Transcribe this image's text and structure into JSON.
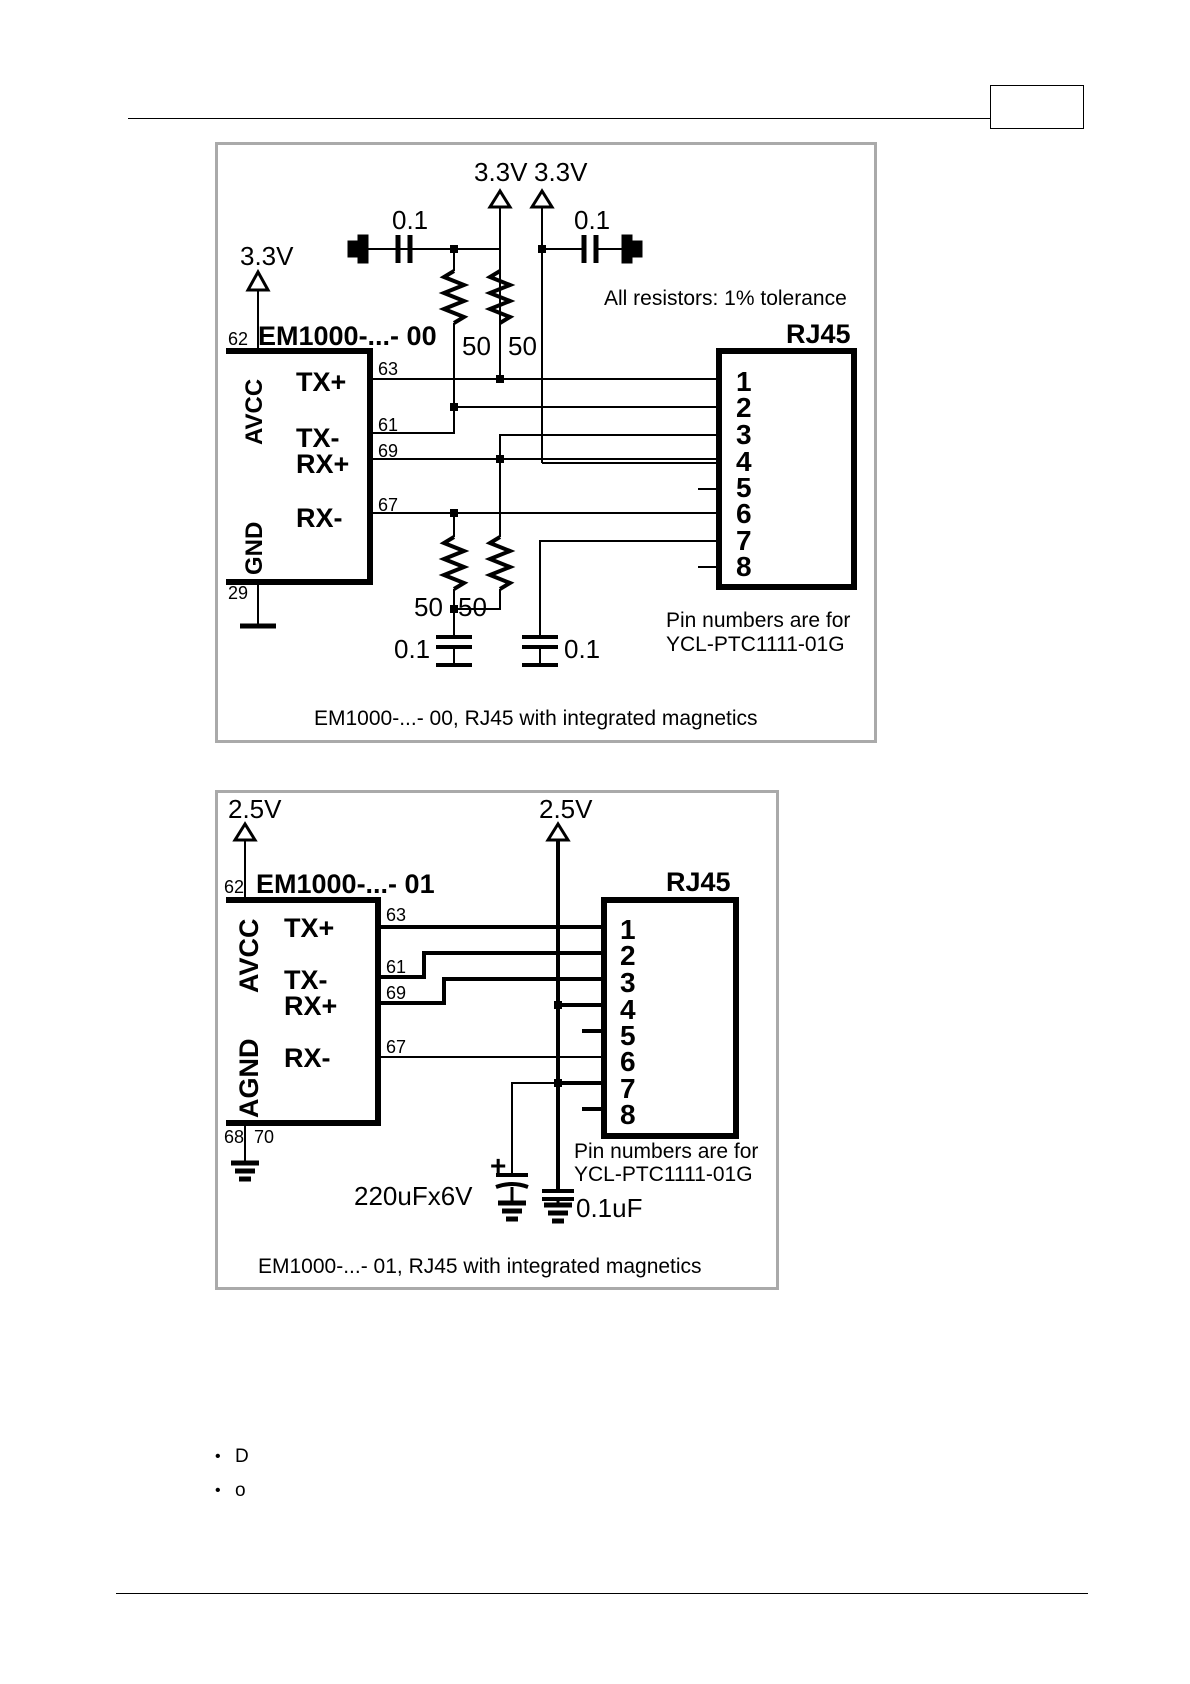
{
  "diagram1": {
    "caption": "EM1000-...- 00, RJ45 with integrated magnetics",
    "module_label": "EM1000-...- 00",
    "connector_label": "RJ45",
    "supply_labels": [
      "3.3V",
      "3.3V",
      "3.3V"
    ],
    "cap_values_top": [
      "0.1",
      "0.1"
    ],
    "cap_values_bottom": [
      "0.1",
      "0.1"
    ],
    "resistor_values_top": [
      "50",
      "50"
    ],
    "resistor_values_bottom": [
      "50",
      "50"
    ],
    "side_labels": [
      "AVCC",
      "GND"
    ],
    "signal_labels": [
      "TX+",
      "TX-",
      "RX+",
      "RX-"
    ],
    "module_pins": [
      "62",
      "63",
      "61",
      "69",
      "67",
      "29"
    ],
    "rj45_pins": [
      "1",
      "2",
      "3",
      "4",
      "5",
      "6",
      "7",
      "8"
    ],
    "note_tolerance": "All resistors: 1% tolerance",
    "note_pins_line1": "Pin numbers are for",
    "note_pins_line2": "YCL-PTC1111-01G"
  },
  "diagram2": {
    "caption": "EM1000-...- 01, RJ45 with integrated magnetics",
    "module_label": "EM1000-...- 01",
    "connector_label": "RJ45",
    "supply_labels": [
      "2.5V",
      "2.5V"
    ],
    "side_labels": [
      "AVCC",
      "AGND"
    ],
    "signal_labels": [
      "TX+",
      "TX-",
      "RX+",
      "RX-"
    ],
    "module_pins": [
      "62",
      "63",
      "61",
      "69",
      "67",
      "68",
      "70"
    ],
    "rj45_pins": [
      "1",
      "2",
      "3",
      "4",
      "5",
      "6",
      "7",
      "8"
    ],
    "cap_large": "220uFx6V",
    "cap_small": "0.1uF",
    "cap_plus": "+",
    "note_pins_line1": "Pin numbers are for",
    "note_pins_line2": "YCL-PTC1111-01G"
  },
  "bullets": [
    "D",
    "o"
  ]
}
